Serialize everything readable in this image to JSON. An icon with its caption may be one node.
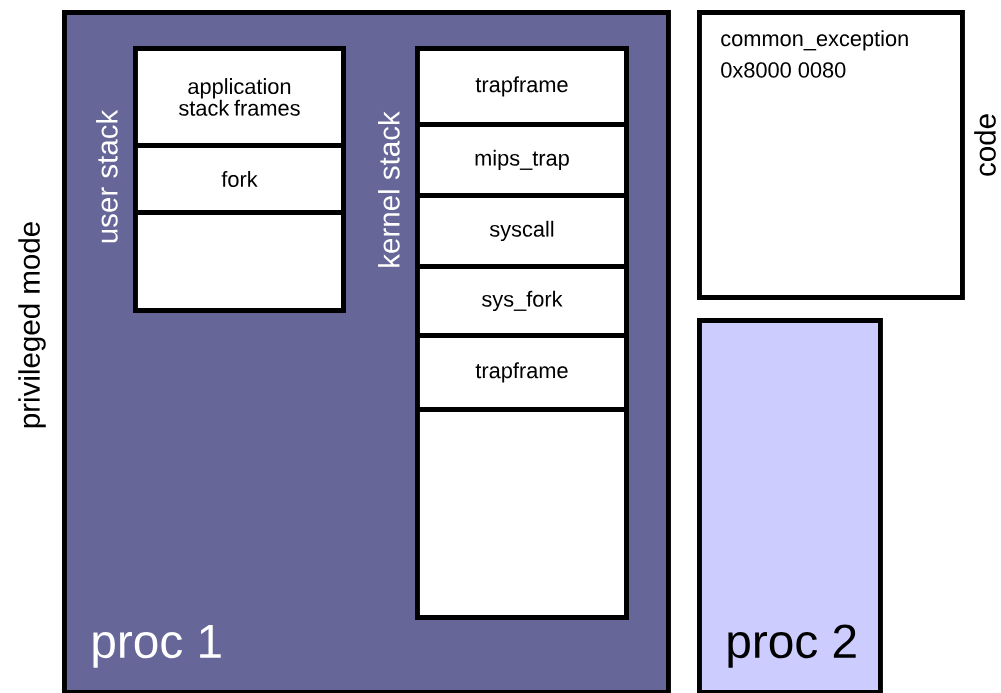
{
  "diagram": {
    "nodes": [
      {
        "text": [
          "proc 1"
        ]
      },
      {
        "text": [
          "user stack"
        ],
        "in": 0
      },
      {
        "text": [
          "application stack frames"
        ],
        "in": 1
      },
      {
        "text": [
          "fork"
        ],
        "in": 1
      },
      {
        "text": [],
        "shape": "box",
        "in": 1
      },
      {
        "text": [
          "kernel stack"
        ],
        "in": 0
      },
      {
        "text": [
          "trapframe"
        ],
        "in": 5
      },
      {
        "text": [
          "mips_trap"
        ],
        "in": 5
      },
      {
        "text": [
          "syscall"
        ],
        "in": 5
      },
      {
        "text": [
          "sys_fork"
        ],
        "in": 5
      },
      {
        "text": [
          "trapframe"
        ],
        "in": 5
      },
      {
        "text": [],
        "shape": "box",
        "in": 5
      },
      {
        "text": [
          "common_exception",
          "0x8000 0080"
        ],
        "beside": [
          "code"
        ]
      },
      {
        "text": [
          "proc 2"
        ]
      }
    ],
    "labels": [
      "privileged mode"
    ]
  }
}
